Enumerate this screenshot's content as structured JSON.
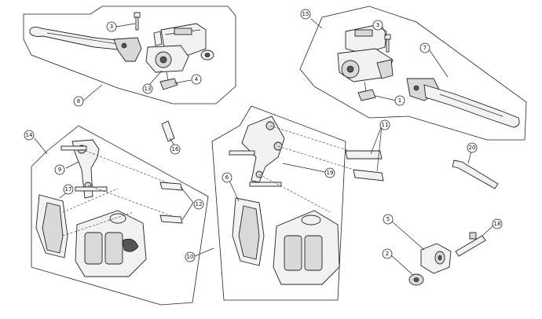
{
  "diagram": {
    "callouts": [
      {
        "id": "c3a",
        "label": "3"
      },
      {
        "id": "c13",
        "label": "13"
      },
      {
        "id": "c4",
        "label": "4"
      },
      {
        "id": "c8",
        "label": "8"
      },
      {
        "id": "c15",
        "label": "15"
      },
      {
        "id": "c3b",
        "label": "3"
      },
      {
        "id": "c7",
        "label": "7"
      },
      {
        "id": "c1",
        "label": "1"
      },
      {
        "id": "c14",
        "label": "14"
      },
      {
        "id": "c16",
        "label": "16"
      },
      {
        "id": "c9",
        "label": "9"
      },
      {
        "id": "c17",
        "label": "17"
      },
      {
        "id": "c12",
        "label": "12"
      },
      {
        "id": "c11",
        "label": "11"
      },
      {
        "id": "c19",
        "label": "19"
      },
      {
        "id": "c6",
        "label": "6"
      },
      {
        "id": "c10",
        "label": "10"
      },
      {
        "id": "c20",
        "label": "20"
      },
      {
        "id": "c5",
        "label": "5"
      },
      {
        "id": "c18",
        "label": "18"
      },
      {
        "id": "c2",
        "label": "2"
      }
    ]
  }
}
